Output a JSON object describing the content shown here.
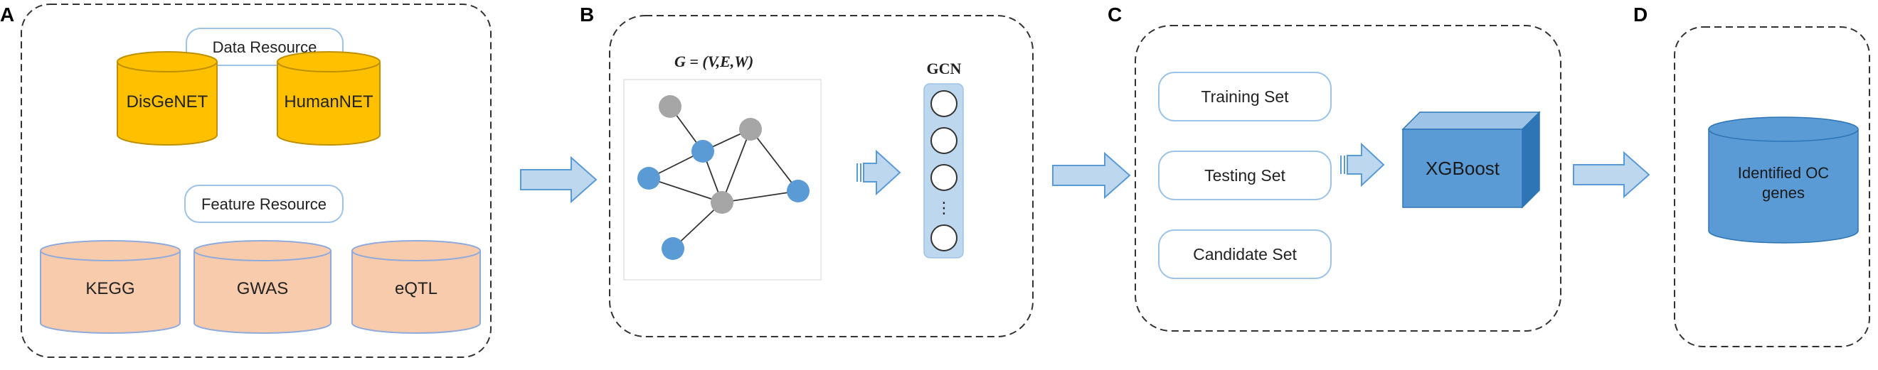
{
  "panels": {
    "a": {
      "letter": "A",
      "data_resource": {
        "label": "Data Resource",
        "items": [
          "DisGeNET",
          "HumanNET"
        ]
      },
      "feature_resource": {
        "label": "Feature Resource",
        "items": [
          "KEGG",
          "GWAS",
          "eQTL"
        ]
      }
    },
    "b": {
      "letter": "B",
      "graph_title": "G = (V,E,W)",
      "gcn_title": "GCN",
      "gcn_ellipsis": "⋮"
    },
    "c": {
      "letter": "C",
      "sets": [
        "Training Set",
        "Testing Set",
        "Candidate Set"
      ],
      "model": "XGBoost"
    },
    "d": {
      "letter": "D",
      "output_line1": "Identified OC",
      "output_line2": "genes"
    }
  },
  "colors": {
    "gold": "#ffc000",
    "salmon": "#f8cbad",
    "blue_node": "#5b9bd5",
    "gray_node": "#a6a6a6",
    "arrow_fill": "#bdd7ee",
    "cube_front": "#5b9bd5",
    "cube_top": "#9dc3e6",
    "cube_side": "#2e75b6",
    "output_cyl": "#5b9bd5"
  }
}
